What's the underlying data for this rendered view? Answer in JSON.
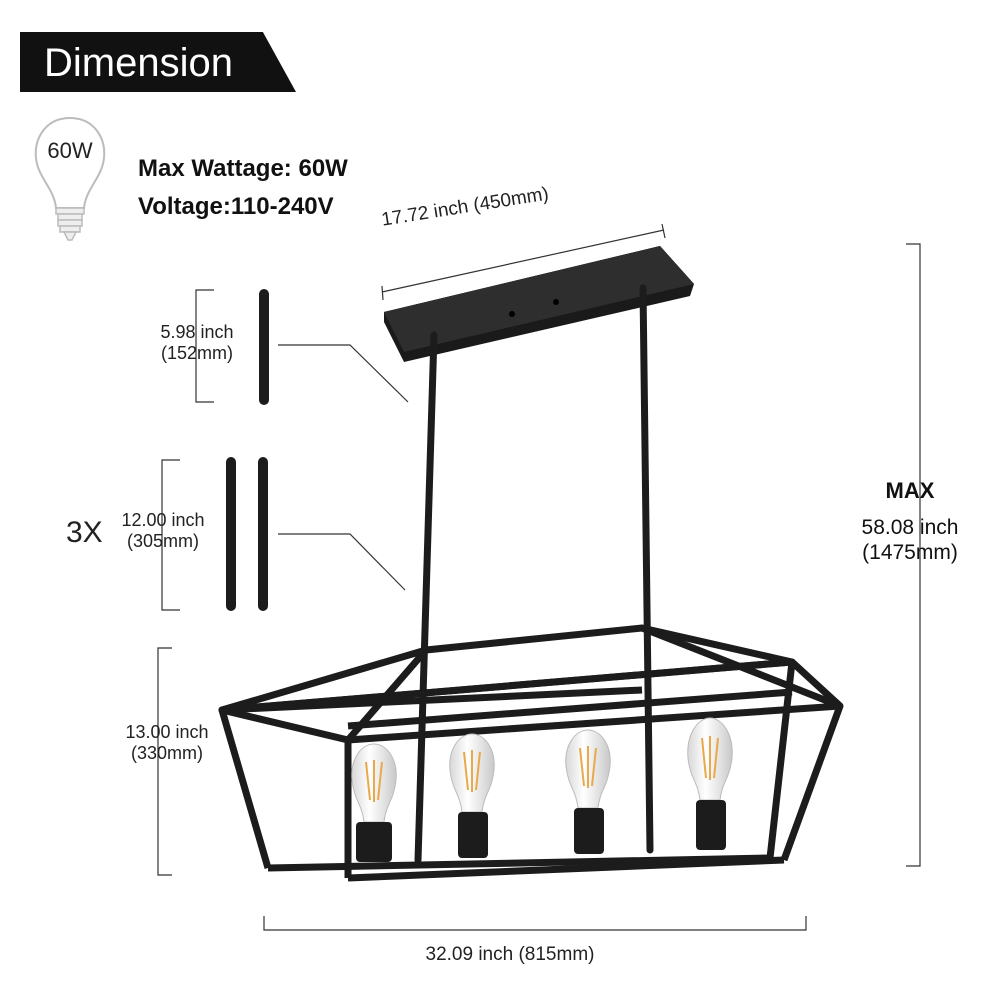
{
  "banner": {
    "title": "Dimension"
  },
  "bulb": {
    "label": "60W"
  },
  "specs": {
    "wattage": "Max Wattage: 60W",
    "voltage": "Voltage:110-240V"
  },
  "dimensions": {
    "canopy_width": "17.72 inch (450mm)",
    "short_rod": {
      "inch": "5.98 inch",
      "mm": "(152mm)"
    },
    "long_rod": {
      "quantity": "3X",
      "inch": "12.00 inch",
      "mm": "(305mm)"
    },
    "cage_height": {
      "inch": "13.00 inch",
      "mm": "(330mm)"
    },
    "overall_width": "32.09 inch (815mm)",
    "max_height": {
      "title": "MAX",
      "inch": "58.08 inch",
      "mm": "(1475mm)"
    }
  },
  "colors": {
    "fixture": "#1c1c1c",
    "line": "#333333",
    "bulb_glow": "#e8a94a"
  },
  "icons": {
    "bulb": "light-bulb-icon"
  }
}
